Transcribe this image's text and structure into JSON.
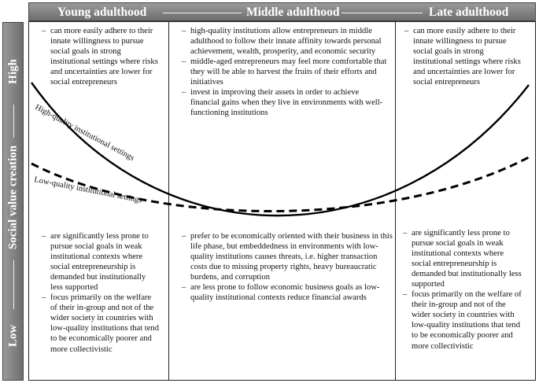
{
  "columns": {
    "young": "Young adulthood",
    "middle": "Middle adulthood",
    "late": "Late adulthood"
  },
  "axis": {
    "title": "Social value creation",
    "high": "High",
    "low": "Low"
  },
  "curves": {
    "high": "High-quality institutional settings",
    "low": "Low-quality institutional settings"
  },
  "top": {
    "young": [
      "can more easily adhere to their innate willingness to pursue social goals in strong institutional settings where risks and uncertainties are lower for social entrepreneurs"
    ],
    "middle": [
      "high-quality institutions allow entrepreneurs in middle adulthood to follow their innate affinity towards personal achievement, wealth, prosperity, and economic security",
      "middle-aged entrepreneurs may feel more comfortable that they will be able to harvest the fruits of their efforts and initiatives",
      "invest in improving their assets in order to achieve financial gains when they live in environments with well-functioning institutions"
    ],
    "late": [
      "can more easily adhere to their innate willingness to pursue social goals in strong institutional settings where risks and uncertainties are lower for social entrepreneurs"
    ]
  },
  "bottom": {
    "young": [
      "are significantly less prone to pursue social goals in weak institutional contexts where social entrepreneurship is demanded but institutionally less supported",
      "focus primarily on the welfare of their in-group and not of the wider society in countries with low-quality institutions that tend to be economically poorer and more collectivistic"
    ],
    "middle": [
      "prefer to be economically oriented with their business in this life phase, but embeddedness in environments with low-quality institutions causes threats, i.e. higher transaction costs due to missing property rights, heavy bureaucratic burdens, and corruption",
      "are less prone to follow economic business goals as low-quality institutional contexts reduce financial awards"
    ],
    "late": [
      "are significantly less prone to pursue social goals in weak institutional contexts where social entrepreneurship is demanded but institutionally less supported",
      "focus primarily on the welfare of their in-group and not of the wider society in countries with low-quality institutions that tend to be economically poorer and more collectivistic"
    ]
  }
}
